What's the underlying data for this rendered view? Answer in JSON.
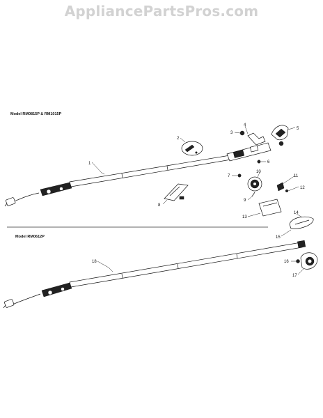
{
  "watermark": "AppliancePartsPros.com",
  "models": {
    "top": "Model RM0815P & RM1015P",
    "bottom": "Model RM0612P"
  },
  "callouts": [
    "1",
    "2",
    "3",
    "4",
    "5",
    "6",
    "7",
    "8",
    "9",
    "10",
    "11",
    "12",
    "13",
    "14",
    "15",
    "16",
    "17",
    "18"
  ]
}
